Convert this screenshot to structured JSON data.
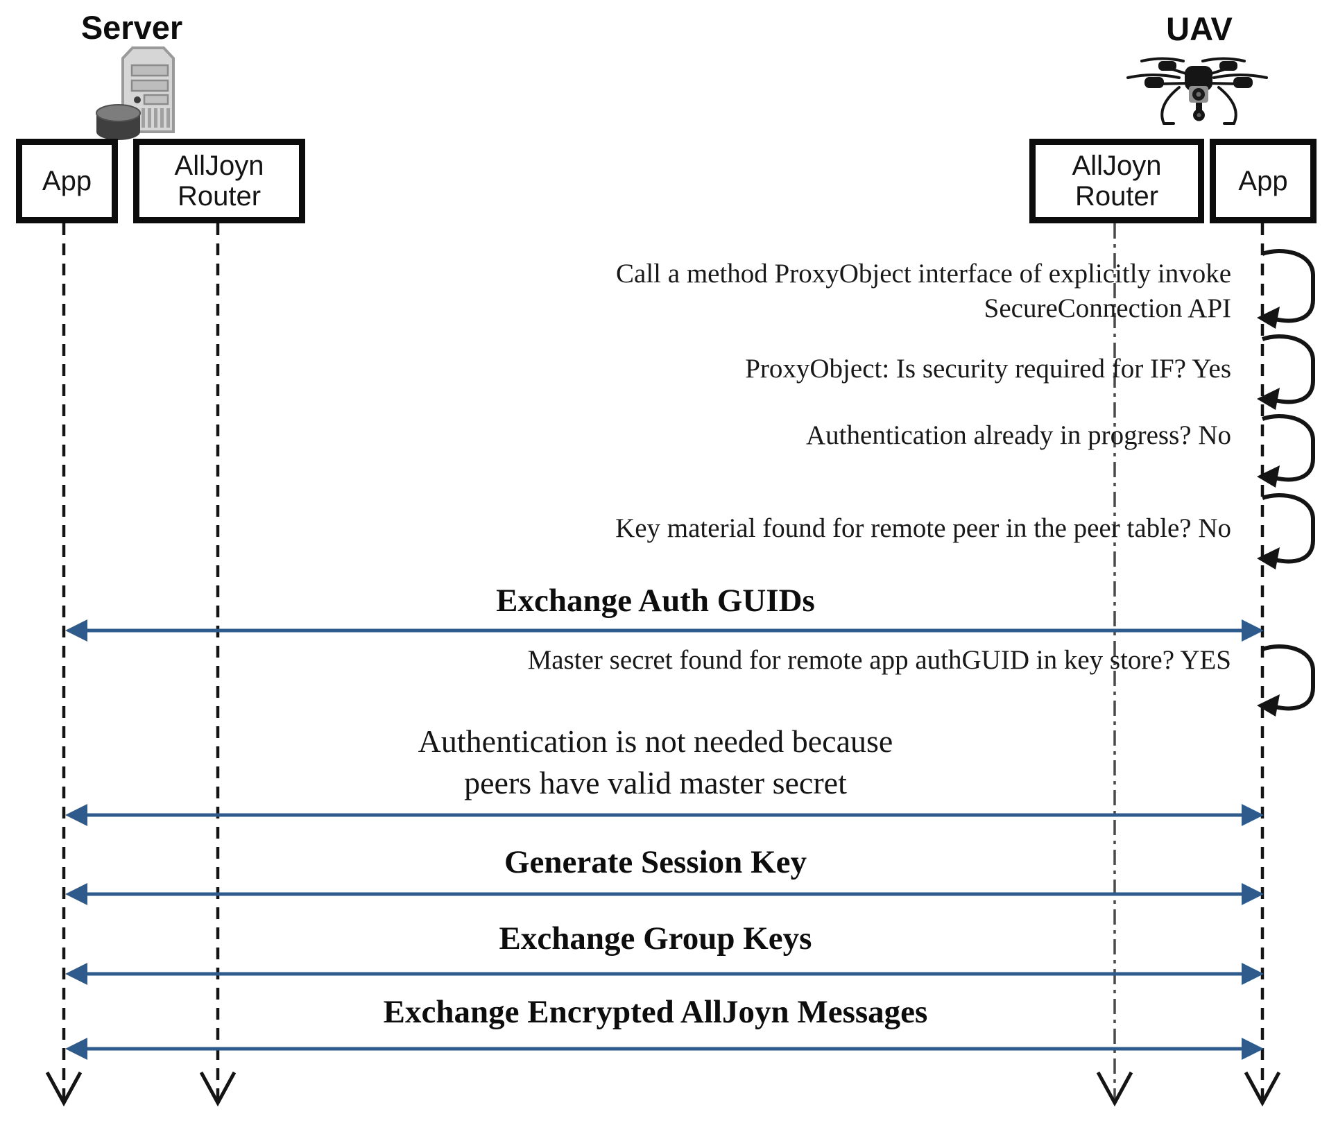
{
  "header": {
    "server": "Server",
    "uav": "UAV"
  },
  "icons": {
    "server": "server-tower-with-disk-icon",
    "uav": "quadcopter-drone-icon"
  },
  "participants": {
    "server_app": "App",
    "server_router": "AllJoyn\nRouter",
    "uav_router": "AllJoyn\nRouter",
    "uav_app": "App"
  },
  "self_messages": [
    {
      "text": "Call a method ProxyObject interface of explicitly invoke\nSecureConnection API"
    },
    {
      "text": "ProxyObject: Is security required for IF? Yes"
    },
    {
      "text": "Authentication already in progress? No"
    },
    {
      "text": "Key material found for remote peer in the peer table? No"
    },
    {
      "text": "Master secret found for remote app authGUID in key store? YES"
    }
  ],
  "exchange_titles": [
    "Exchange Auth GUIDs",
    "Generate Session Key",
    "Exchange Group Keys",
    "Exchange Encrypted AllJoyn Messages"
  ],
  "note": {
    "text": "Authentication is not needed because\npeers have valid master secret"
  },
  "colors": {
    "exchange_arrow_blue": "#2e5a8c",
    "lifeline_black": "#141414",
    "uav_router_lifeline_gray": "#4a4a4a"
  }
}
